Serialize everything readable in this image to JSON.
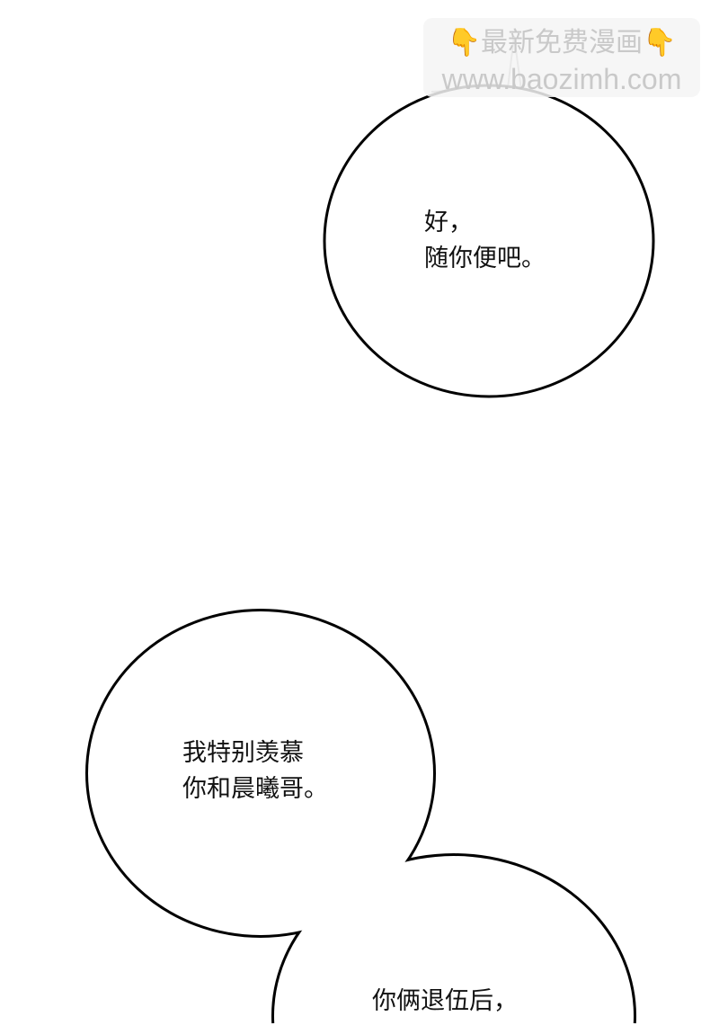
{
  "watermark": {
    "line1": "最新免费漫画",
    "line2": "www.baozimh.com",
    "icon": "pointing-down-hand-icon",
    "icon_color": "#f5b731"
  },
  "bubbles": [
    {
      "lines": [
        "好，",
        "随你便吧。"
      ]
    },
    {
      "lines": [
        "我特别羡慕",
        "你和晨曦哥。"
      ]
    },
    {
      "lines": [
        "你俩退伍后，"
      ]
    }
  ]
}
